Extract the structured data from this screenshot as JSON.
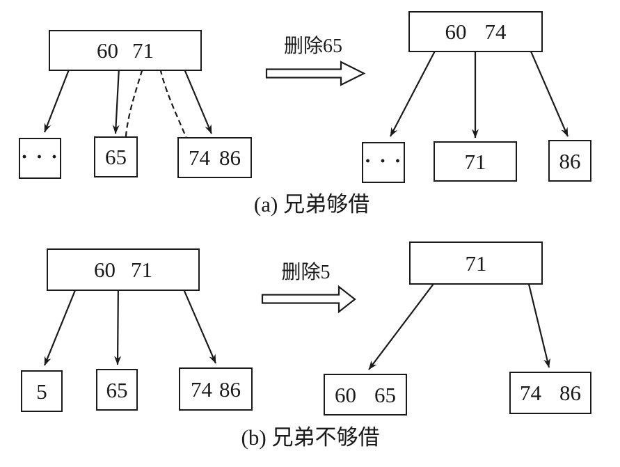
{
  "panel_a": {
    "caption": "(a) 兄弟够借",
    "operation": "删除65",
    "before": {
      "root": [
        "60",
        "71"
      ],
      "child1": [
        "· · ·"
      ],
      "child2": [
        "65"
      ],
      "child3": [
        "74",
        "86"
      ]
    },
    "after": {
      "root": [
        "60",
        "74"
      ],
      "child1": [
        "· · ·"
      ],
      "child2": [
        "71"
      ],
      "child3": [
        "86"
      ]
    }
  },
  "panel_b": {
    "caption": "(b) 兄弟不够借",
    "operation": "删除5",
    "before": {
      "root": [
        "60",
        "71"
      ],
      "child1": [
        "5"
      ],
      "child2": [
        "65"
      ],
      "child3": [
        "74",
        "86"
      ]
    },
    "after": {
      "root": [
        "71"
      ],
      "child1": [
        "60",
        "65"
      ],
      "child2": [
        "74",
        "86"
      ]
    }
  },
  "colors": {
    "ink": "#1a1a1a",
    "paper": "#ffffff"
  }
}
